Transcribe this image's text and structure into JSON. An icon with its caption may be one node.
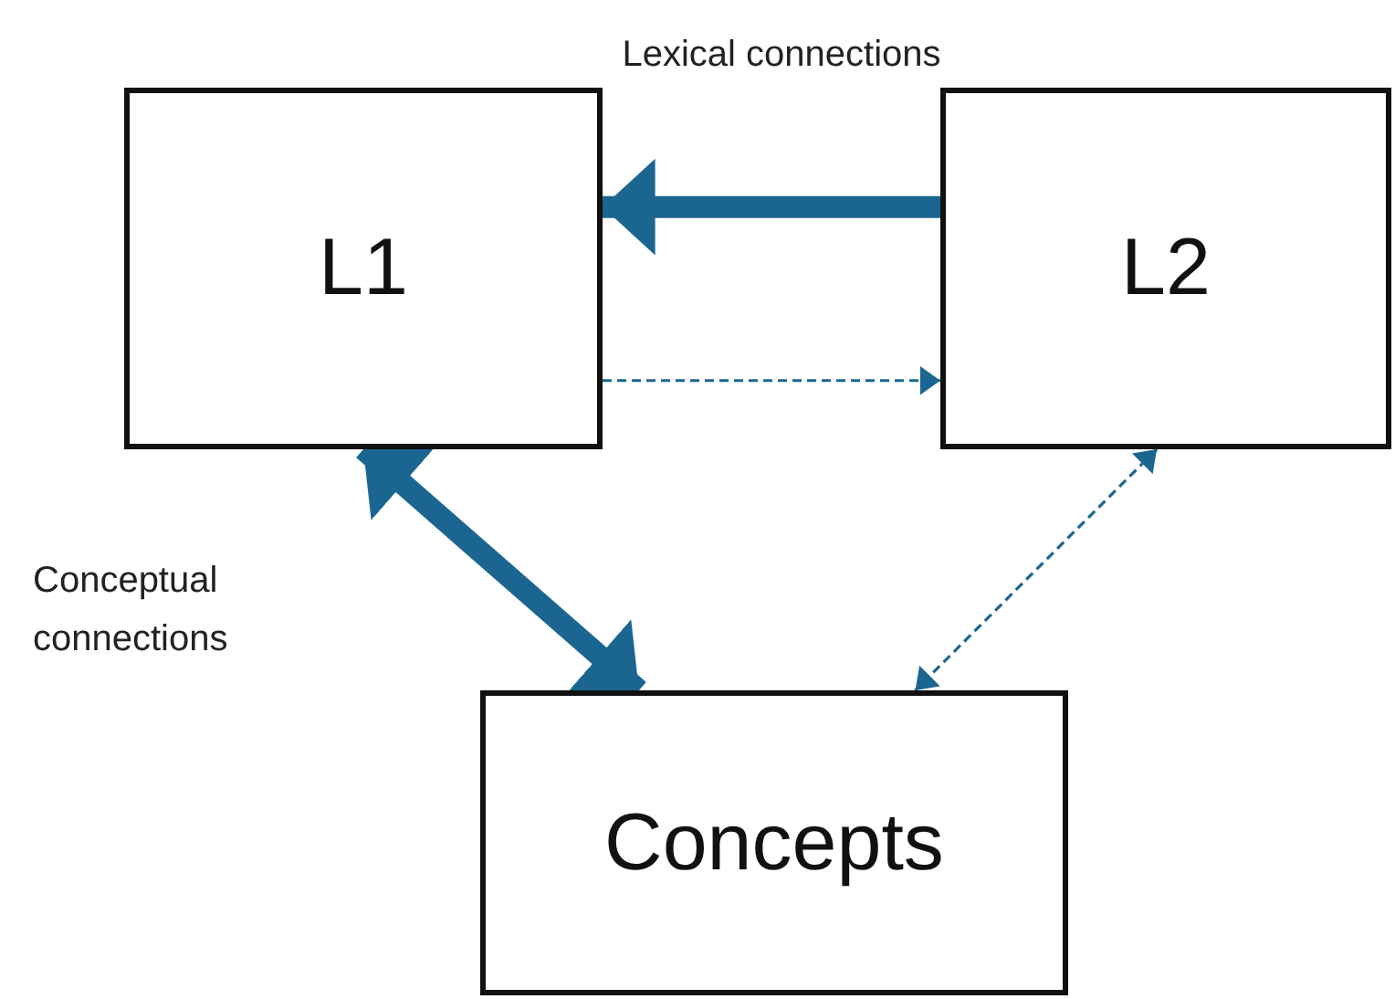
{
  "diagram": {
    "nodes": [
      {
        "text": [
          "L1"
        ]
      },
      {
        "text": [
          "L2"
        ]
      },
      {
        "text": [
          "Concepts"
        ]
      }
    ],
    "edges": [
      {
        "from": 1,
        "to": 0,
        "arrow": "to",
        "style": "thick"
      },
      {
        "from": 0,
        "to": 1,
        "arrow": "to",
        "style": "dashed"
      },
      {
        "from": 0,
        "to": 2,
        "arrow": "both",
        "style": "thick"
      },
      {
        "from": 1,
        "to": 2,
        "arrow": "both",
        "style": "dashed"
      }
    ],
    "labels": [
      "Lexical connections",
      "Conceptual connections"
    ]
  }
}
